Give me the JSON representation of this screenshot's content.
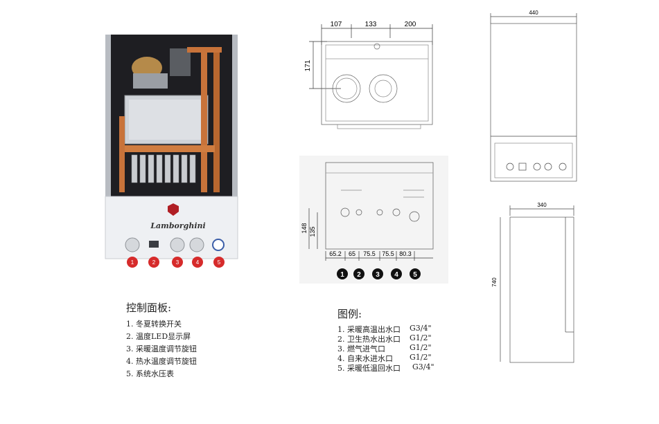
{
  "brand": "Lamborghini",
  "callouts": [
    "1",
    "2",
    "3",
    "4",
    "5"
  ],
  "colors": {
    "callout_red": "#d62b2b",
    "panel_white": "#eef0f3",
    "copper": "#c8733a",
    "cabinet_dark": "#2a2a2e"
  },
  "front_dims": {
    "top": [
      "107",
      "133",
      "200"
    ],
    "left": "171"
  },
  "bottom_dims": {
    "left_outer": "148",
    "left_inner": "135",
    "spacing": [
      "65.2",
      "65",
      "75.5",
      "75.5",
      "80.3"
    ]
  },
  "front_view": {
    "width": "440"
  },
  "side_view": {
    "depth": "340",
    "height": "740"
  },
  "control_panel": {
    "title": "控制面板:",
    "items": [
      "1. 冬夏转换开关",
      "2. 温度LED显示屏",
      "3. 采暖温度调节旋钮",
      "4. 热水温度调节旋钮",
      "5. 系统水压表"
    ]
  },
  "legend": {
    "title": "图例:",
    "items": [
      {
        "label": "1. 采暖高温出水口",
        "code": "G3/4\""
      },
      {
        "label": "2. 卫生热水出水口",
        "code": "G1/2\""
      },
      {
        "label": "3. 燃气进气口",
        "code": "G1/2\""
      },
      {
        "label": "4. 自来水进水口",
        "code": "G1/2\""
      },
      {
        "label": "5. 采暖低温回水口",
        "code": "G3/4\""
      }
    ]
  }
}
